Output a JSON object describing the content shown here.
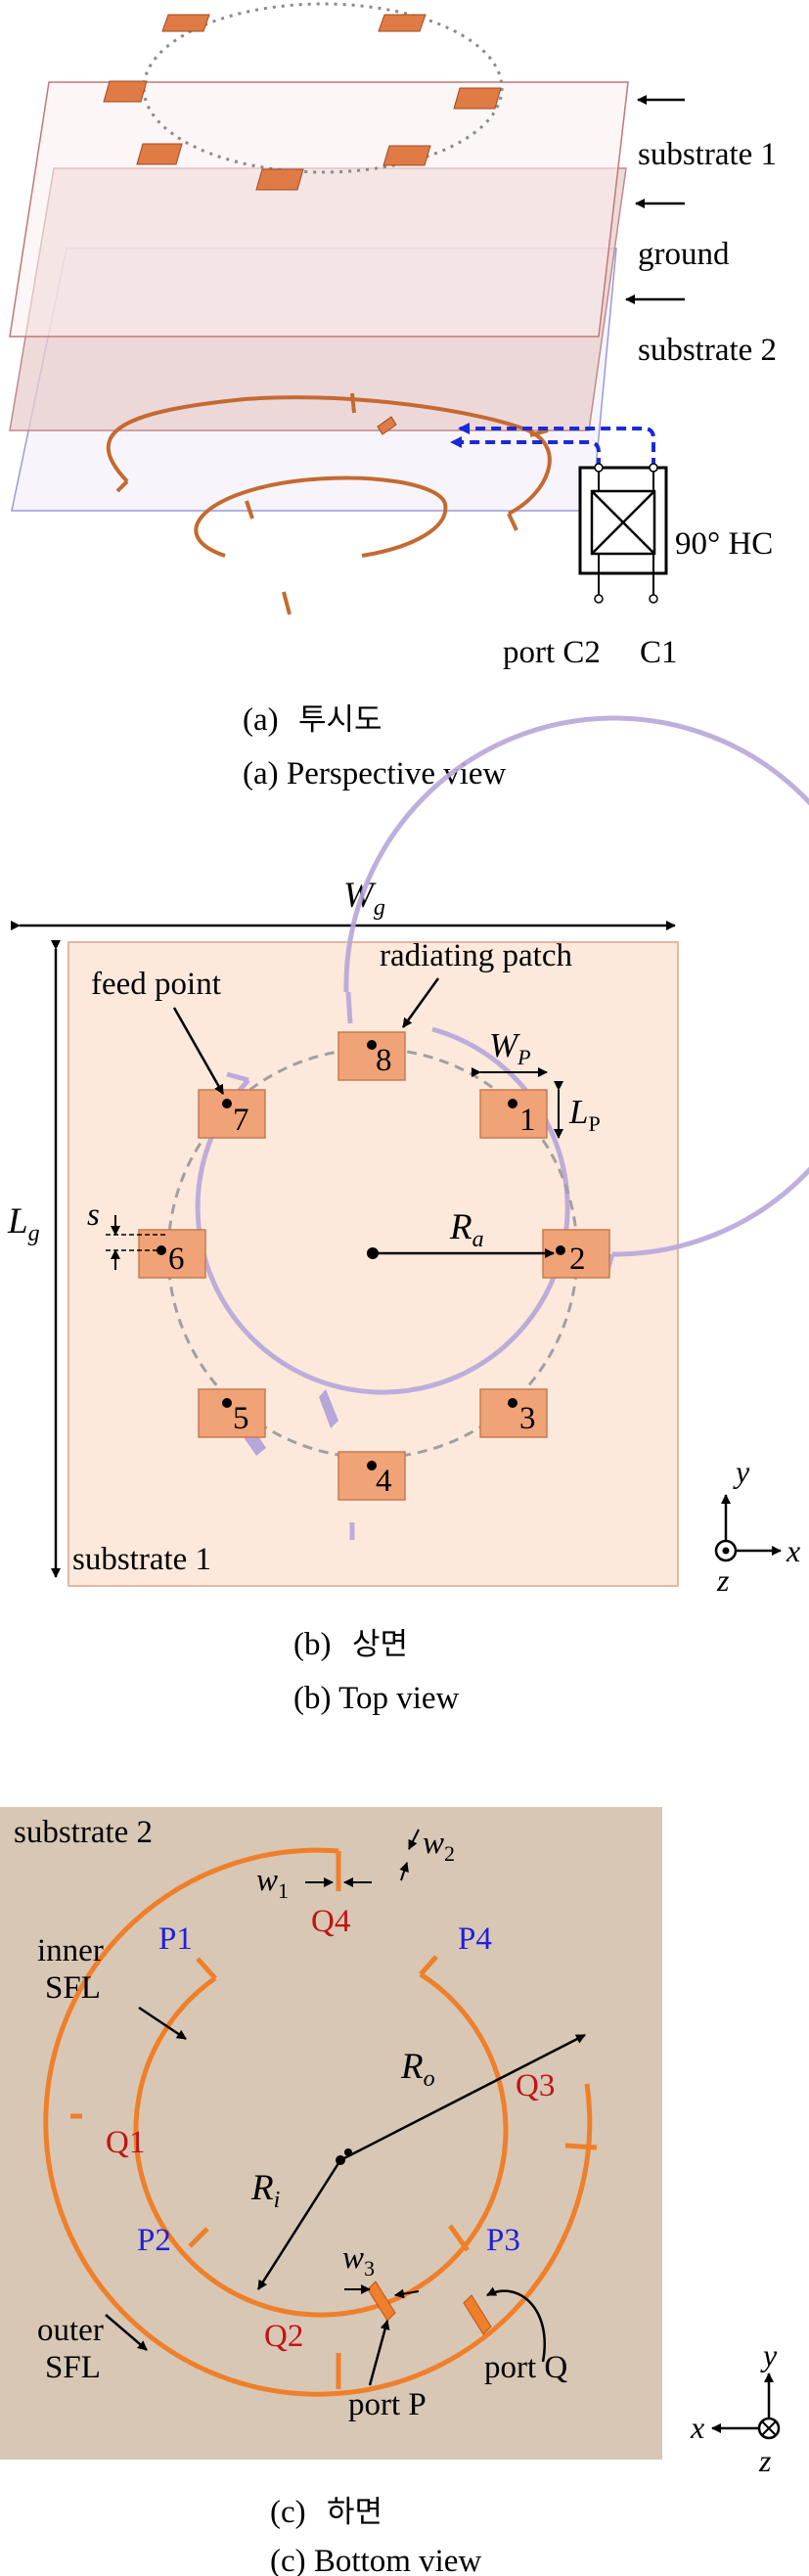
{
  "panel_a": {
    "labels": {
      "substrate1": "substrate 1",
      "ground": "ground",
      "substrate2": "substrate 2",
      "hc": "90° HC",
      "port_c2": "port C2",
      "c1": "C1"
    },
    "caption_ko_prefix": "(a)",
    "caption_ko": "투시도",
    "caption_en": "(a)  Perspective view"
  },
  "panel_b": {
    "labels": {
      "wg_w": "W",
      "wg_sub": "g",
      "lg_l": "L",
      "lg_sub": "g",
      "feed_point": "feed point",
      "radiating_patch": "radiating patch",
      "wp_w": "W",
      "wp_sub": "P",
      "lp_l": "L",
      "lp_sub": "P",
      "ra_r": "R",
      "ra_sub": "a",
      "s": "s",
      "substrate1": "substrate 1",
      "axis_y": "y",
      "axis_x": "x",
      "axis_z": "z"
    },
    "patch_numbers": [
      "1",
      "2",
      "3",
      "4",
      "5",
      "6",
      "7",
      "8"
    ],
    "caption_ko_prefix": "(b)",
    "caption_ko": "상면",
    "caption_en": "(b)  Top view"
  },
  "panel_c": {
    "labels": {
      "substrate2": "substrate 2",
      "w1": "w",
      "w1_sub": "1",
      "w2": "w",
      "w2_sub": "2",
      "w3": "w",
      "w3_sub": "3",
      "inner_sfl_1": "inner",
      "inner_sfl_2": "SFL",
      "outer_sfl_1": "outer",
      "outer_sfl_2": "SFL",
      "ro": "R",
      "ro_sub": "o",
      "ri": "R",
      "ri_sub": "i",
      "port_p": "port P",
      "port_q": "port Q",
      "axis_y": "y",
      "axis_x": "x",
      "axis_z": "z"
    },
    "ports": {
      "p1": "P1",
      "p2": "P2",
      "p3": "P3",
      "p4": "P4",
      "q1": "Q1",
      "q2": "Q2",
      "q3": "Q3",
      "q4": "Q4"
    },
    "colors": {
      "p_ports": "#1f1fdd",
      "q_ports": "#c01414",
      "feed_line": "#ef7f2a",
      "substrate": "#d8c7b4"
    },
    "caption_ko_prefix": "(c)",
    "caption_ko": "하면",
    "caption_en": "(c)  Bottom view"
  }
}
